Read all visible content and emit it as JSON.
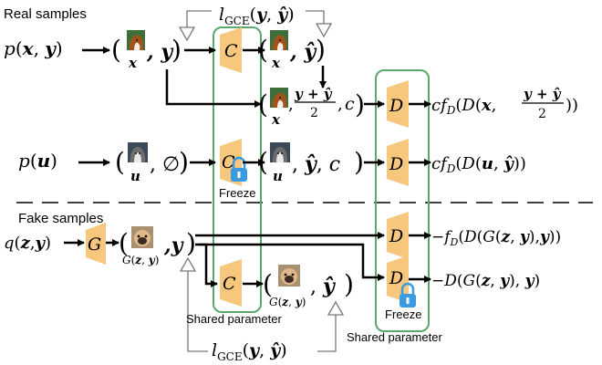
{
  "section_labels": {
    "real": "Real samples",
    "fake": "Fake samples"
  },
  "distributions": {
    "real_xy": "p(x,y)",
    "unlabeled_u": "p(u)",
    "fake_zy": "q(z,y)"
  },
  "module_labels": {
    "classifier": "C",
    "discriminator": "D",
    "generator": "G"
  },
  "loss_labels": {
    "top": "l_GCE(y, ŷ)",
    "bottom": "l_GCE(y, ŷ)"
  },
  "annotations": {
    "freeze_classifier": "Freeze",
    "freeze_discriminator": "Freeze",
    "shared_parameter_classifier": "Shared parameter",
    "shared_parameter_discriminator": "Shared parameter"
  },
  "outputs": {
    "real_mixed": "cf_D(D(x, (y+ŷ)/2))",
    "unlabeled": "cf_D(D(u, ŷ))",
    "fake_fd": "−f_D(D(G(z,y),y))",
    "fake_plain": "−D(G(z,y), y)"
  },
  "tuples": {
    "real_input": "(x, y)",
    "real_pred": "(x, ŷ)",
    "real_mix": "(x, (y+ŷ)/2, c)",
    "unl_input": "(u, ∅)",
    "unl_pred": "(u, ŷ, c)",
    "fake_input": "(G(z,y), y)",
    "fake_pred": "(G(z,y), ŷ)"
  },
  "icons": {
    "dog_image": "collie-dog-image",
    "husky_image": "husky-dog-image",
    "pug_image": "pug-dog-image",
    "lock": "lock-icon"
  },
  "colors": {
    "module_fill": "#f7c77e",
    "group_stroke": "#5aa86a",
    "lock": "#3a9be0"
  }
}
